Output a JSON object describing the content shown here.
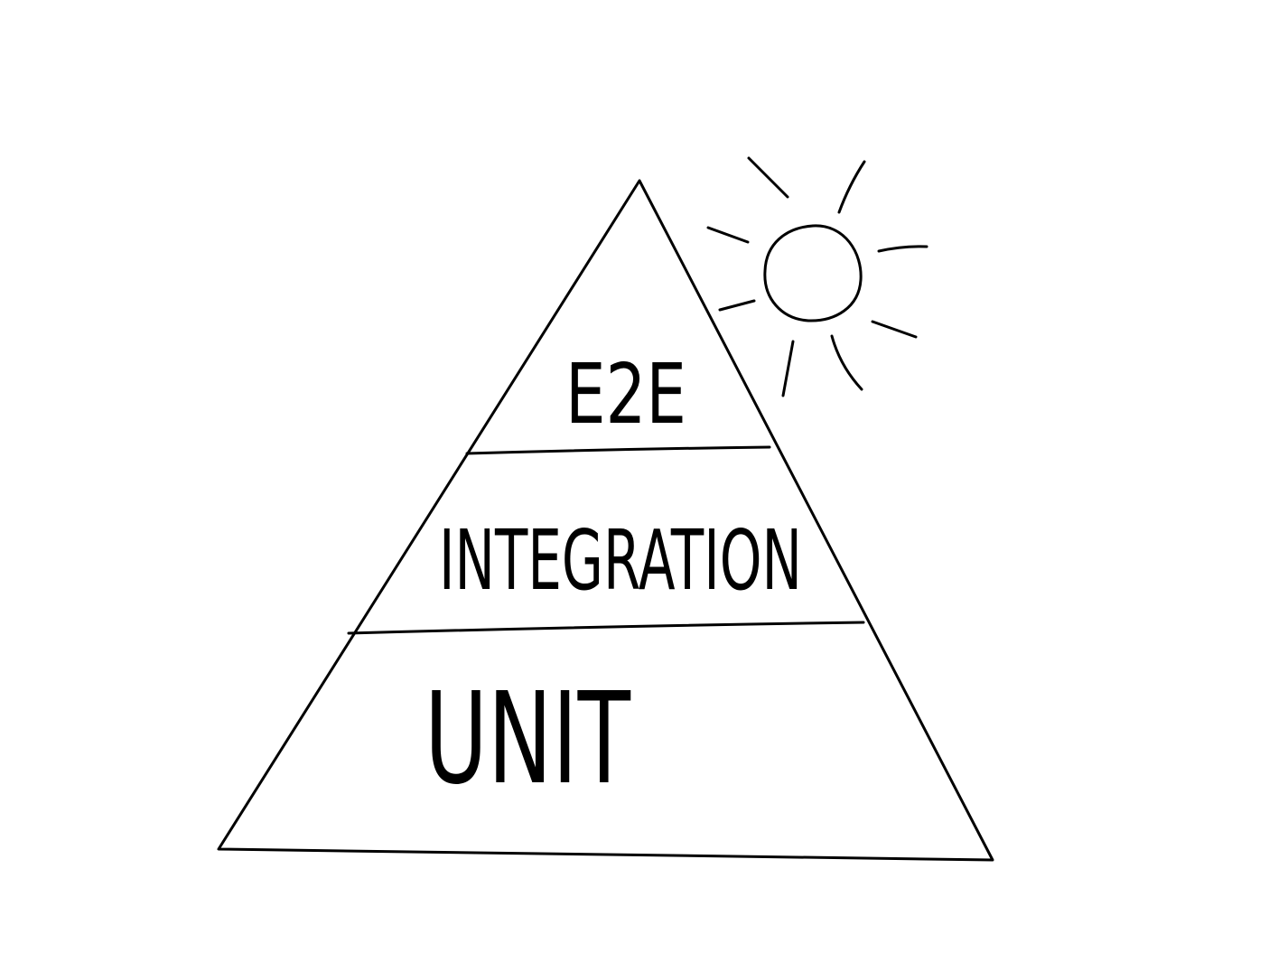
{
  "diagram": {
    "layers": [
      {
        "label": "E2E"
      },
      {
        "label": "INTEGRATION"
      },
      {
        "label": "UNIT"
      }
    ],
    "decoration": "sun-icon",
    "stroke_color": "#000000",
    "background_color": "#ffffff"
  }
}
